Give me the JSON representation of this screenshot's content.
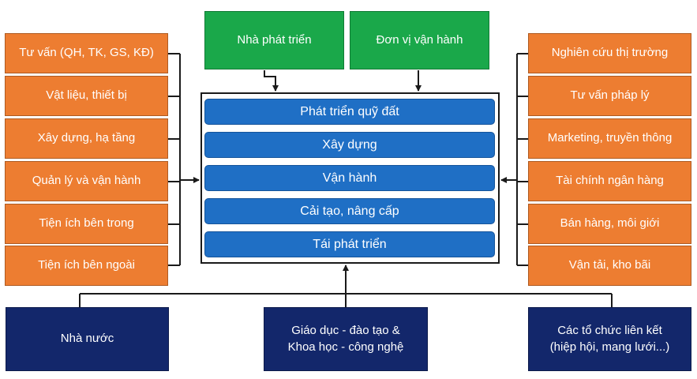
{
  "top_boxes": [
    "Nhà phát triển",
    "Đơn vị vận hành"
  ],
  "left_boxes": [
    "Tư vấn (QH, TK, GS, KĐ)",
    "Vật liệu, thiết bị",
    "Xây dựng, hạ tầng",
    "Quản lý và vận hành",
    "Tiện ích bên trong",
    "Tiện ích bên ngoài"
  ],
  "right_boxes": [
    "Nghiên cứu thị trường",
    "Tư vấn pháp lý",
    "Marketing, truyền thông",
    "Tài chính ngân hàng",
    "Bán hàng, môi giới",
    "Vận tải, kho bãi"
  ],
  "stages": [
    "Phát triển quỹ đất",
    "Xây dựng",
    "Vận hành",
    "Cải tạo, nâng cấp",
    "Tái phát triển"
  ],
  "bottom_boxes": [
    "Nhà nước",
    "Giáo dục - đào tạo &\nKhoa học - công nghệ",
    "Các tổ chức liên kết\n(hiệp hội, mang lưới...)"
  ],
  "colors": {
    "support_box": "#ed7d31",
    "actor_box": "#1aa84a",
    "stage_box": "#1f6fc5",
    "institution_box": "#13276b",
    "connector": "#1a1a1a"
  }
}
